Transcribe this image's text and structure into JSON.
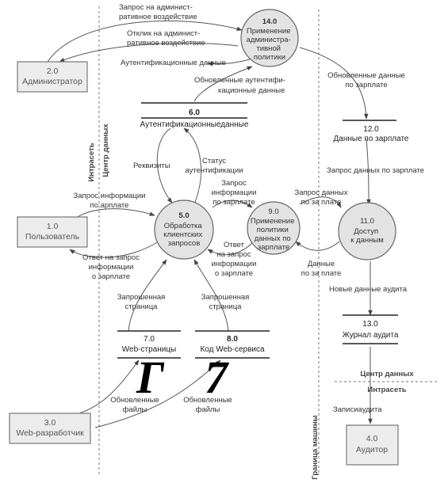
{
  "externals": {
    "admin": {
      "num": "2.0",
      "label": "Администратор"
    },
    "user": {
      "num": "1.0",
      "label": "Пользователь"
    },
    "webdev": {
      "num": "3.0",
      "label": "Web-разработчик"
    },
    "auditor": {
      "num": "4.0",
      "label": "Аудитор"
    }
  },
  "processes": {
    "p14": {
      "num": "14.0",
      "lines": [
        "Применение",
        "администра-",
        "тивной",
        "политики"
      ]
    },
    "p5": {
      "num": "5.0",
      "lines": [
        "Обработка",
        "клиентских",
        "запросов"
      ]
    },
    "p9": {
      "num": "9.0",
      "lines": [
        "Применение",
        "политики",
        "данных по",
        "зарплате"
      ]
    },
    "p11": {
      "num": "11.0",
      "lines": [
        "Доступ",
        "к данным"
      ]
    }
  },
  "stores": {
    "s6": {
      "num": "6.0",
      "label": "Аутентификационныеданные"
    },
    "s12": {
      "num": "12.0",
      "label": "Данные по зарплате"
    },
    "s7": {
      "num": "7.0",
      "label": "Web-страницы"
    },
    "s8": {
      "num": "8.0",
      "label": "Код Web-сервиса"
    },
    "s13": {
      "num": "13.0",
      "label": "Журнал аудита"
    }
  },
  "flows": {
    "admin_req": [
      "Запрос на админист-",
      "ративное воздействие"
    ],
    "admin_resp": [
      "Отклик на админист-",
      "ративное воздействие"
    ],
    "auth_data": [
      "Аутентификационные данные"
    ],
    "auth_updated": [
      "Обновленные аутентифи-",
      "кационные данные"
    ],
    "salary_updated": [
      "Обновленные данные",
      "по зарплате"
    ],
    "requisites": [
      "Реквизиты"
    ],
    "auth_status": [
      "Статус",
      "аутентификации"
    ],
    "info_req_user": [
      "Запрос  информации",
      "по   арплате"
    ],
    "info_req_mid": [
      "Запрос",
      "информации",
      "по зарплате"
    ],
    "data_req_right": [
      "Запрос данных",
      "по за   плате"
    ],
    "data_req_11": [
      "Запрос данных по зарплате"
    ],
    "info_resp_user": [
      "Ответ на запрос",
      "информации",
      "о зарплате"
    ],
    "info_resp_mid": [
      "Ответ",
      "на запрос",
      "информации",
      "о зарплате"
    ],
    "data_right": [
      "Данные",
      "по за   плате"
    ],
    "page_req_7": [
      "Запрошенная",
      "страница"
    ],
    "page_req_8": [
      "Запрошенная",
      "страница"
    ],
    "files_upd_7": [
      "Обновленные",
      "файлы"
    ],
    "files_upd_8": [
      "Обновленные",
      "файлы"
    ],
    "audit_new": [
      "Новые данные аудита"
    ],
    "audit_write": [
      "Записиаудита"
    ]
  },
  "boundaries": {
    "intranet_left": "Интрасеть",
    "datacenter_left": "Центр данных",
    "machine": "Граница машины",
    "datacenter_right": "Центр данных",
    "intranet_right": "Интрасеть"
  },
  "handwritten": {
    "left": "Г",
    "right": "7"
  }
}
